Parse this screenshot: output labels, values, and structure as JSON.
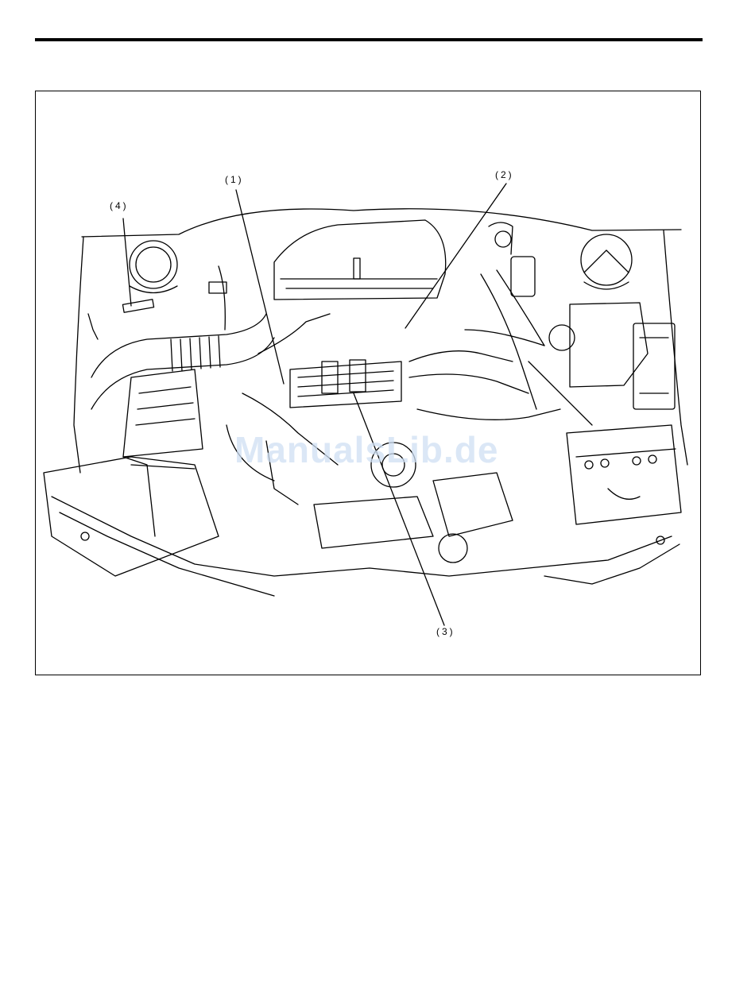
{
  "figure": {
    "callouts": [
      {
        "id": "1",
        "label": "(1)"
      },
      {
        "id": "2",
        "label": "(2)"
      },
      {
        "id": "3",
        "label": "(3)"
      },
      {
        "id": "4",
        "label": "(4)"
      }
    ],
    "watermark": "ManualsLib.de",
    "line_color": "#000000",
    "watermark_color": "#cfe0f4"
  }
}
